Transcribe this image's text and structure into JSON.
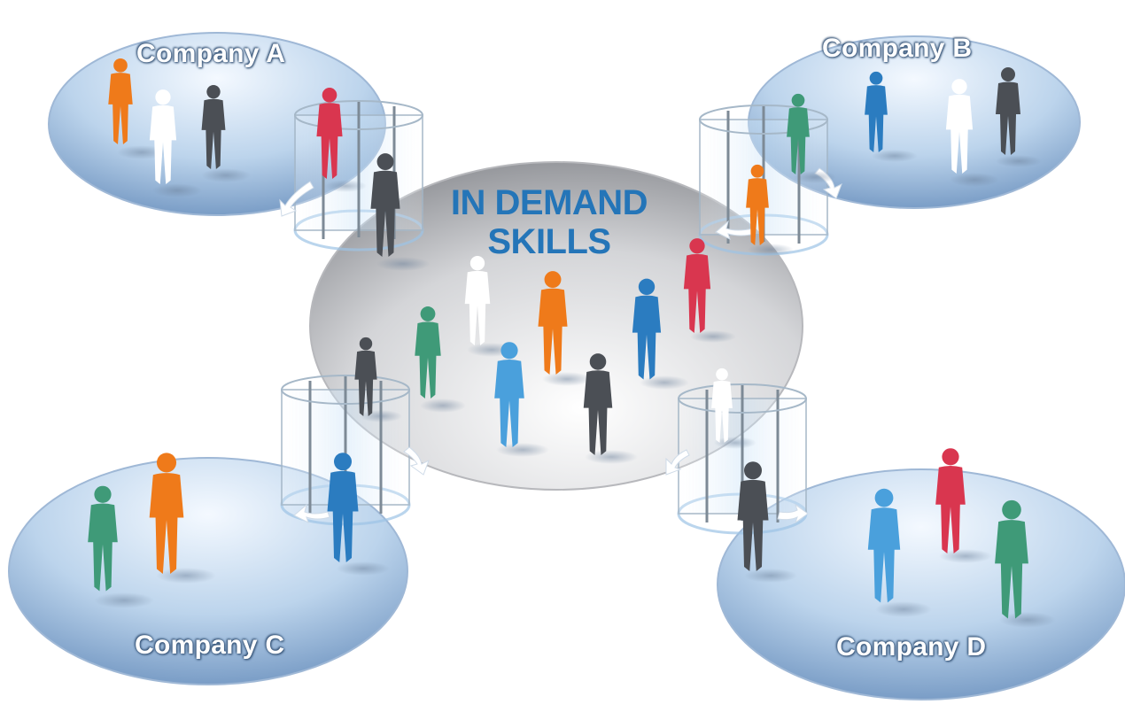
{
  "hub": {
    "line1": "IN DEMAND",
    "line2": "SKILLS"
  },
  "companies": {
    "a": "Company A",
    "b": "Company B",
    "c": "Company C",
    "d": "Company D"
  },
  "colors": {
    "orange": "#ef7a1a",
    "blue": "#2b7cc0",
    "light_blue": "#4aa0dc",
    "green": "#3f9a78",
    "red": "#d9364f",
    "dark_gray": "#4b4f55",
    "white": "#ffffff",
    "title_blue": "#2475b8"
  },
  "icons": [
    "person-silhouette-icon",
    "revolving-door-icon",
    "curved-arrow-icon"
  ]
}
